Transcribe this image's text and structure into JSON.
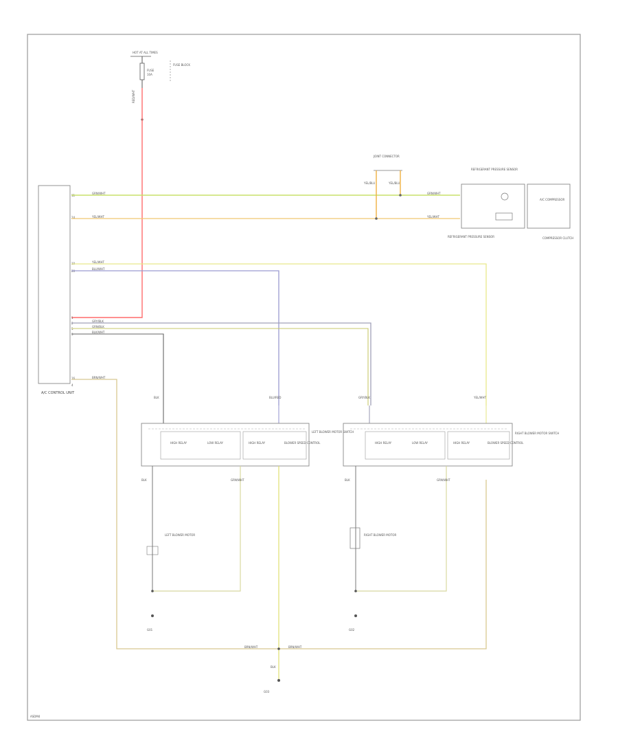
{
  "diagram": {
    "corner_code": "ASDM4",
    "components": {
      "fuse_block_top": "HOT AT ALL TIMES",
      "fuse_label": "FUSE",
      "fuse_value": "10A",
      "fuse_block_side": "FUSE BLOCK",
      "control_unit": "A/C CONTROL UNIT",
      "connector_top_junction": "JOINT CONNECTOR",
      "pressure_sensor_box": "REFRIGERANT PRESSURE SENSOR",
      "pressure_sensor_label": "REFRIGERANT PRESSURE SENSOR",
      "compressor_box": "A/C COMPRESSOR",
      "compressor_label": "COMPRESSOR CLUTCH",
      "left_module": "LEFT BLOWER MOTOR SWITCH",
      "left_module_inner_1": "HIGH RELAY",
      "left_module_inner_2": "LOW RELAY",
      "left_module_inner_3": "HIGH RELAY",
      "left_module_inner_4": "BLOWER SPEED CONTROL",
      "right_module": "RIGHT BLOWER MOTOR SWITCH",
      "right_module_inner_1": "HIGH RELAY",
      "right_module_inner_2": "LOW RELAY",
      "right_module_inner_3": "HIGH RELAY",
      "right_module_inner_4": "BLOWER SPEED CONTROL",
      "left_motor": "LEFT BLOWER MOTOR",
      "right_motor": "RIGHT BLOWER MOTOR",
      "ground_left": "G01",
      "ground_right": "G02",
      "ground_bottom": "G03"
    },
    "wire_labels": {
      "red_wht": "RED/WHT",
      "grn_wht": "GRN/WHT",
      "yel_wht": "YEL/WHT",
      "yel_blu": "YEL/BLU",
      "blu_wht": "BLU/WHT",
      "blk": "BLK",
      "blk_wht": "BLK/WHT",
      "grn_blk": "GRN/BLK",
      "blu_red": "BLU/RED",
      "gry_blk": "GRY/BLK",
      "brn_wht": "BRN/WHT"
    },
    "colors": {
      "frame": "#9a9a9a",
      "wire_red": "#ff6b6b",
      "wire_green": "#c8e06a",
      "wire_orange": "#f0b040",
      "wire_yellow": "#e8e88a",
      "wire_blue": "#9a9ad0",
      "wire_gray": "#a0a0b8",
      "wire_olive": "#c8c86a",
      "wire_black": "#666666",
      "wire_tan": "#d8c890"
    }
  }
}
